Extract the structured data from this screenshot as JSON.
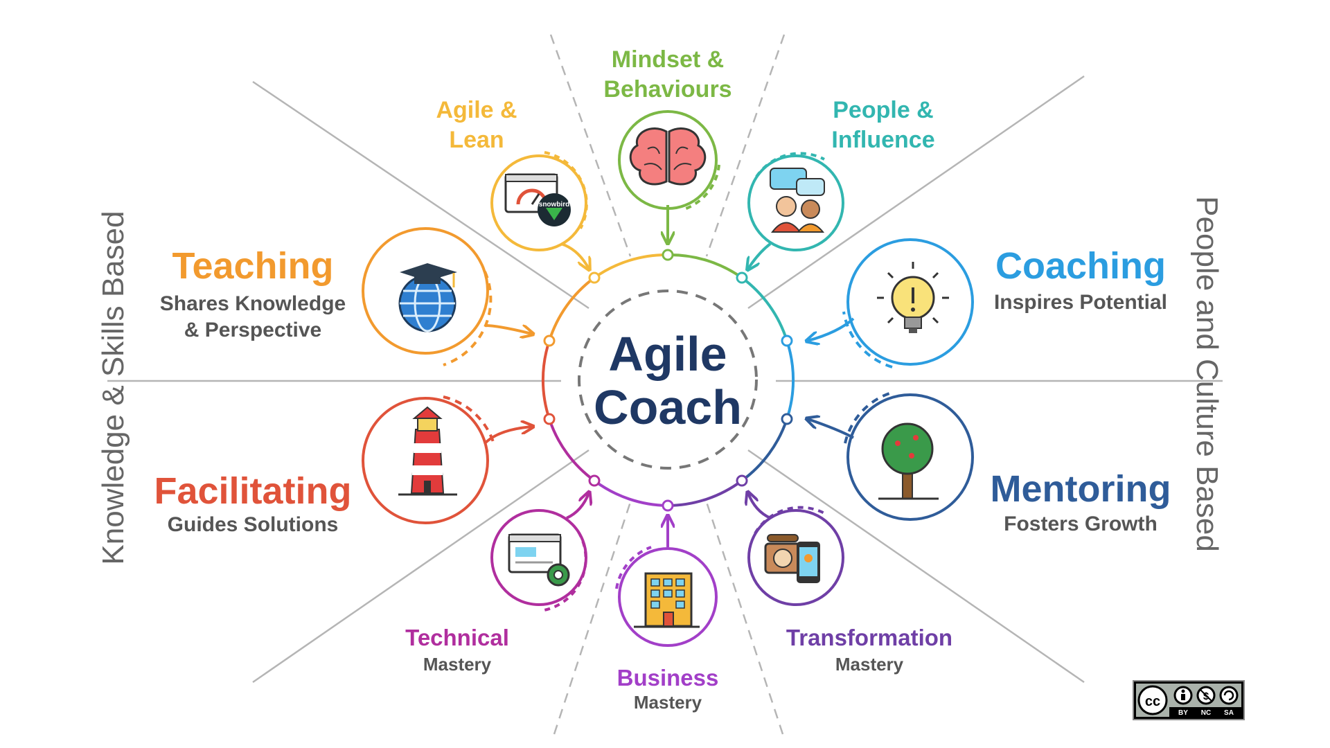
{
  "center": {
    "line1": "Agile",
    "line2": "Coach",
    "color": "#1f3864"
  },
  "side_labels": {
    "left": "Knowledge & Skills Based",
    "right": "People and Culture Based",
    "color": "#666666"
  },
  "roles": {
    "teaching": {
      "title": "Teaching",
      "sub1": "Shares Knowledge",
      "sub2": "& Perspective",
      "color": "#f29a2e",
      "icon": "globe-graduation-cap-icon"
    },
    "facilitating": {
      "title": "Facilitating",
      "sub1": "Guides Solutions",
      "color": "#e0533a",
      "icon": "lighthouse-icon"
    },
    "coaching": {
      "title": "Coaching",
      "sub1": "Inspires Potential",
      "color": "#2b9de0",
      "icon": "lightbulb-icon"
    },
    "mentoring": {
      "title": "Mentoring",
      "sub1": "Fosters Growth",
      "color": "#2f5c99",
      "icon": "tree-icon"
    }
  },
  "competencies": {
    "agile_lean": {
      "line1": "Agile &",
      "line2": "Lean",
      "color": "#f4b93a",
      "icon": "dashboard-snowbird-icon",
      "badge": "snowbird"
    },
    "mindset": {
      "line1": "Mindset &",
      "line2": "Behaviours",
      "color": "#7cb845",
      "icon": "brain-icon"
    },
    "people": {
      "line1": "People &",
      "line2": "Influence",
      "color": "#32b6b0",
      "icon": "people-chat-icon"
    }
  },
  "masteries": {
    "technical": {
      "title": "Technical",
      "sub": "Mastery",
      "color": "#b02e9e",
      "icon": "browser-gear-icon"
    },
    "business": {
      "title": "Business",
      "sub": "Mastery",
      "color": "#a23fc8",
      "icon": "office-building-icon"
    },
    "transformation": {
      "title": "Transformation",
      "sub": "Mastery",
      "color": "#6f3fa6",
      "icon": "telephone-smartphone-icon"
    }
  },
  "subtext_color": "#555555",
  "license": {
    "cc": "cc",
    "by": "BY",
    "nc": "NC",
    "sa": "SA"
  }
}
